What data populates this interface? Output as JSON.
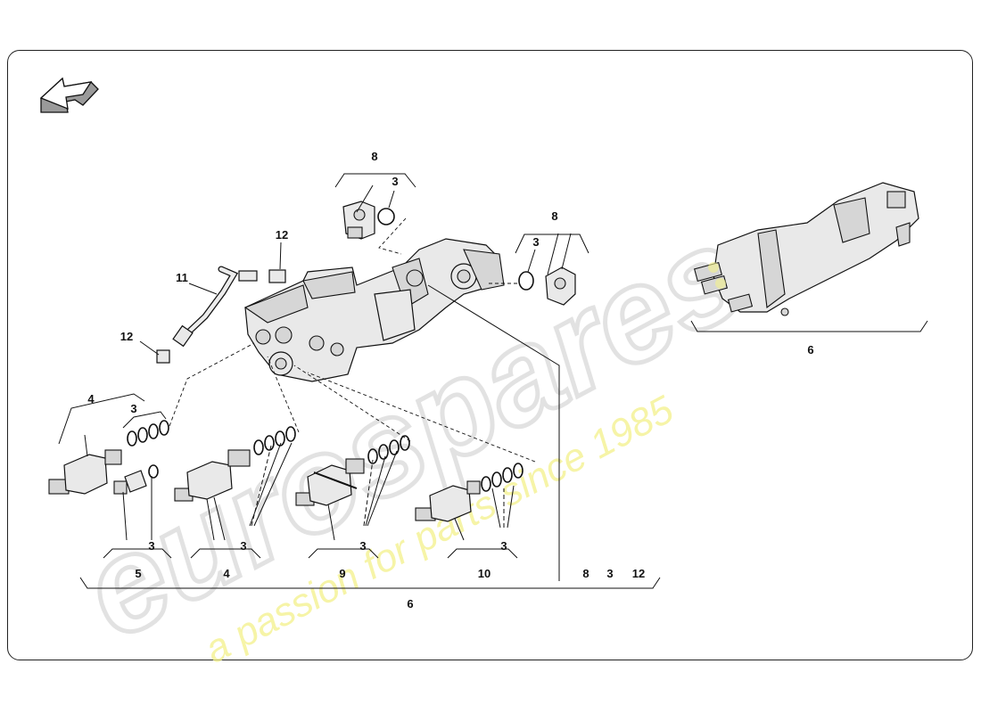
{
  "watermark": {
    "brand": "eurospares",
    "tagline": "a passion for parts since 1985"
  },
  "colors": {
    "frame": "#222222",
    "watermark_brand": "#dcdcdc",
    "watermark_tagline": "#f3f18a"
  },
  "nav": {
    "back_icon": "back-arrow-icon"
  },
  "labels": {
    "top_8": "8",
    "top_3": "3",
    "right_8": "8",
    "right_3": "3",
    "l12_upper": "12",
    "l11": "11",
    "l12_lower": "12",
    "l4_upper": "4",
    "l3_upper": "3",
    "b3_a": "3",
    "b5": "5",
    "b3_b": "3",
    "b4": "4",
    "b3_c": "3",
    "b9": "9",
    "b3_d": "3",
    "b10": "10",
    "r8": "8",
    "r3": "3",
    "r12": "12",
    "bottom_6": "6",
    "inset_6": "6"
  }
}
